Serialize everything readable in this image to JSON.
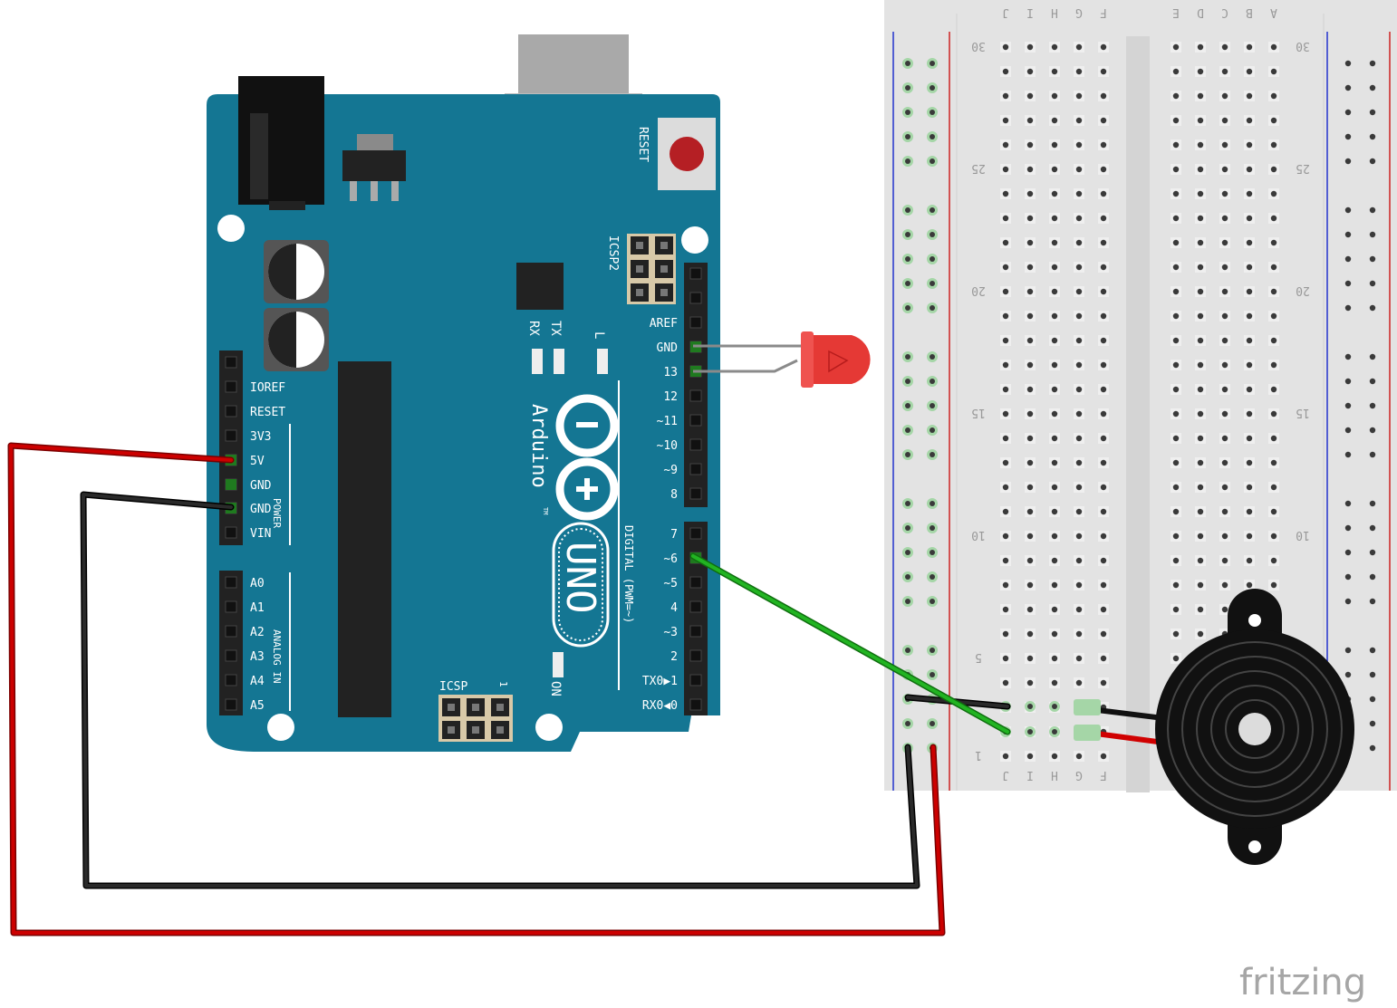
{
  "board": {
    "name": "Arduino",
    "trademark": "TM",
    "model": "UNO",
    "reset_label": "RESET",
    "icsp_label": "ICSP",
    "icsp_pin1": "1",
    "icsp2_label": "ICSP2",
    "rx_label": "RX",
    "tx_label": "TX",
    "l_label": "L",
    "on_label": "ON",
    "digital_label": "DIGITAL (PWM=~)",
    "power_label": "POWER",
    "analog_label": "ANALOG IN",
    "digital_top_pins": [
      "AREF",
      "GND",
      "13",
      "12",
      "~11",
      "~10",
      "~9",
      "8"
    ],
    "digital_bottom_pins": [
      "7",
      "~6",
      "~5",
      "4",
      "~3",
      "2",
      "TX0▶1",
      "RX0◀0"
    ],
    "power_pins": [
      "IOREF",
      "RESET",
      "3V3",
      "5V",
      "GND",
      "GND",
      "VIN"
    ],
    "analog_pins": [
      "A0",
      "A1",
      "A2",
      "A3",
      "A4",
      "A5"
    ]
  },
  "breadboard": {
    "columns_left": [
      "J",
      "I",
      "H",
      "G",
      "F"
    ],
    "columns_right": [
      "E",
      "D",
      "C",
      "B",
      "A"
    ],
    "row_numbers": [
      "30",
      "25",
      "20",
      "15",
      "10",
      "5",
      "1"
    ]
  },
  "components": {
    "led_color": "#e53935",
    "buzzer_color": "#111111"
  },
  "wires": {
    "red": "#cc0000",
    "black": "#1a1a1a",
    "green": "#22b422"
  },
  "colors": {
    "board": "#147693",
    "breadboard": "#e3e3e3"
  },
  "watermark": "fritzing"
}
